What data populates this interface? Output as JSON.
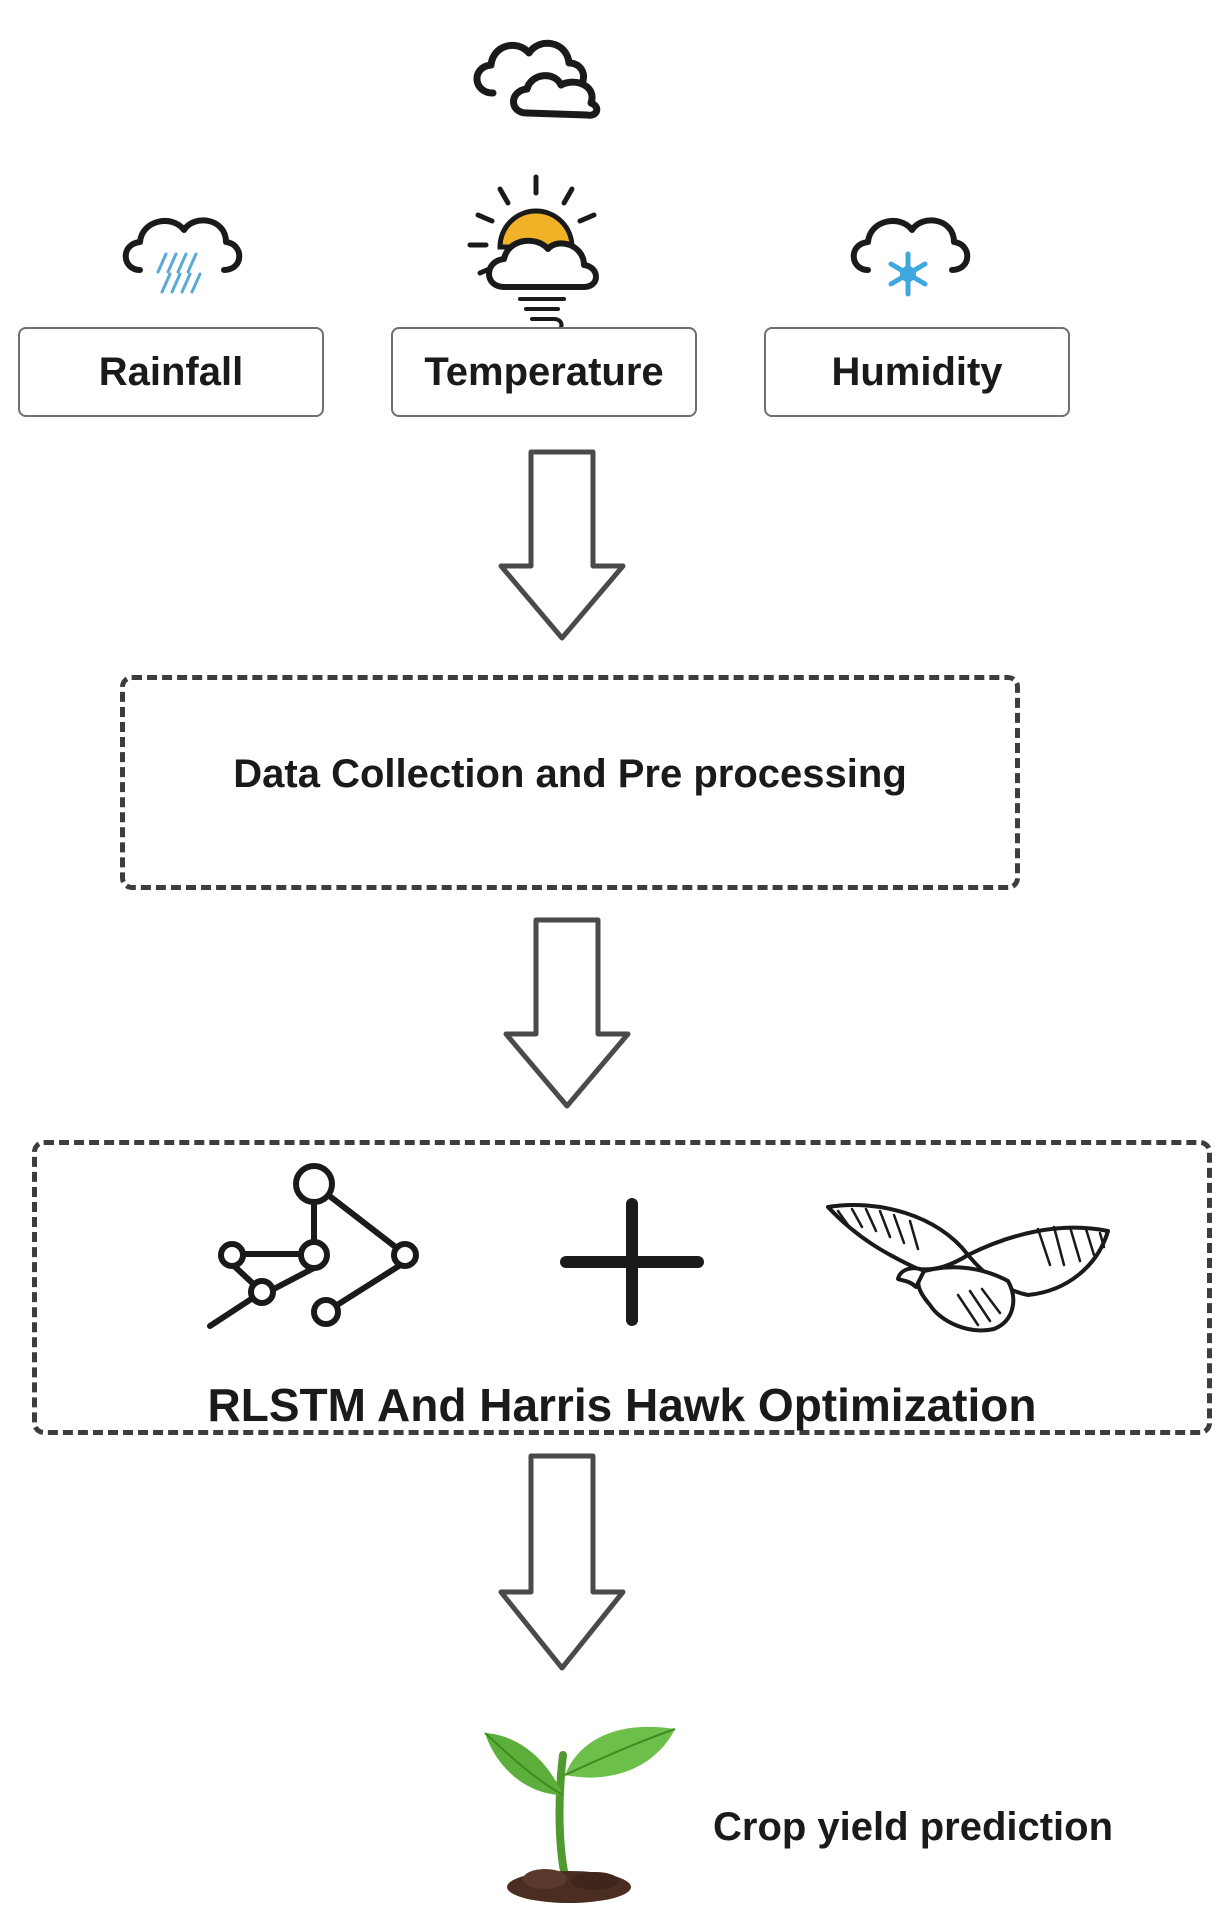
{
  "inputs": {
    "rainfall": "Rainfall",
    "temperature": "Temperature",
    "humidity": "Humidity"
  },
  "steps": {
    "preprocessing": "Data Collection and Pre processing",
    "model": "RLSTM  And Harris Hawk Optimization",
    "output": "Crop yield prediction"
  },
  "icons": {
    "top": "cloud-icon",
    "rainfall": "rain-cloud-icon",
    "temperature": "sun-cloud-wind-icon",
    "humidity": "snow-cloud-icon",
    "network": "neural-network-icon",
    "plus": "plus-icon",
    "hawk": "hawk-icon",
    "plant": "seedling-icon"
  },
  "colors": {
    "sun": "#F2B227",
    "rain": "#5AA9D6",
    "snow": "#3FA7DF",
    "leaf": "#5DAF3B",
    "soil": "#4A2E22"
  }
}
